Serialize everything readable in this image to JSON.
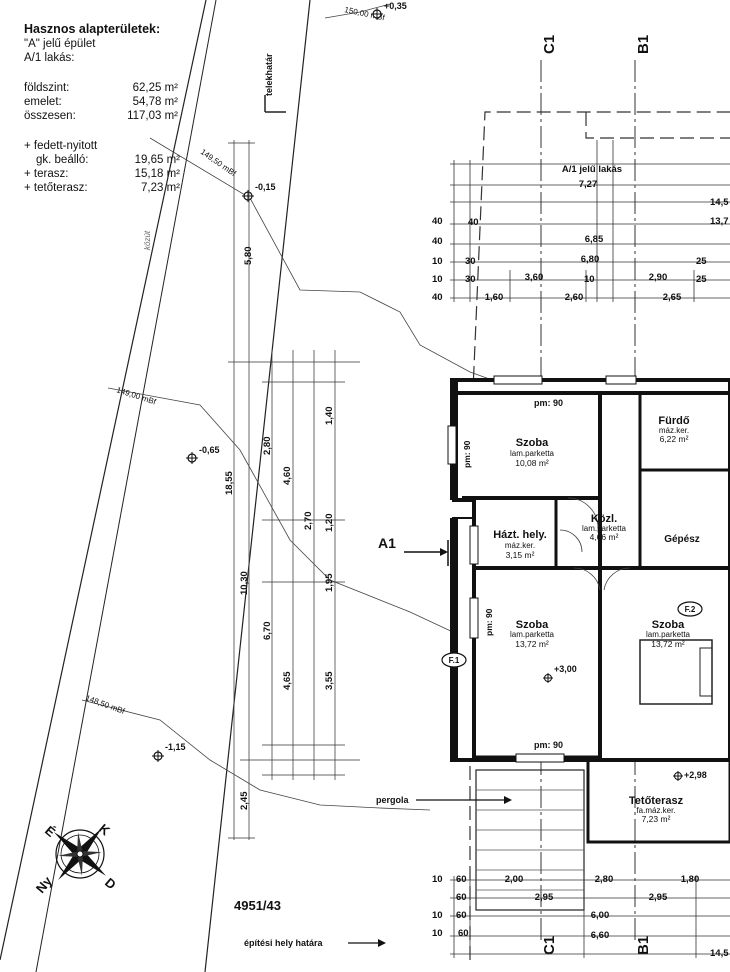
{
  "summary": {
    "title": "Hasznos alapterületek:",
    "building": "\"A\" jelű épület",
    "unit": "A/1 lakás:",
    "rows": [
      {
        "label": "földszint:",
        "value": "62,25 m²"
      },
      {
        "label": "emelet:",
        "value": "54,78 m²"
      },
      {
        "label": "összesen:",
        "value": "117,03 m²"
      }
    ],
    "extra_title": "+ fedett-nyitott",
    "extra_rows": [
      {
        "label": "gk. beálló:",
        "value": "19,65 m²"
      },
      {
        "label": "+ terasz:",
        "value": "15,18 m²"
      },
      {
        "label": "+ tetőterasz:",
        "value": "7,23 m²"
      }
    ]
  },
  "site": {
    "contours": [
      "150,00 mBf",
      "149,50 mBf",
      "149,00 mBf",
      "148,50 mBf"
    ],
    "elevations": [
      "+0,35",
      "-0,15",
      "-0,65",
      "-1,15"
    ],
    "road_label": "közút",
    "lot_boundary": "telekhatár",
    "building_limit": "építési hely határa",
    "parcel": "4951/43",
    "pergola": "pergola",
    "section_marker": "A1"
  },
  "axes": [
    "C1",
    "B1"
  ],
  "compass": {
    "n": "É",
    "e": "K",
    "s": "D",
    "w": "Ny"
  },
  "unit_title": "A/1 jelű lakás",
  "unit_width": "7,27",
  "dims_top": [
    "6,85",
    "6,80",
    "3,60",
    "2,90",
    "1,60",
    "2,60",
    "2,65",
    "14,5",
    "13,7"
  ],
  "dims_left": [
    "5,80",
    "18,55",
    "10,30",
    "2,45",
    "4,60",
    "2,80",
    "6,70",
    "4,65",
    "3,55",
    "1,40",
    "1,20",
    "1,95",
    "2,70"
  ],
  "dims_bottom": [
    "2,00",
    "2,80",
    "1,80",
    "2,95",
    "6,00",
    "6,60",
    "14,5"
  ],
  "rooms": [
    {
      "name": "Szoba",
      "finish": "lam.parketta",
      "area": "10,08 m²"
    },
    {
      "name": "Fürdő",
      "finish": "máz.ker.",
      "area": "6,22 m²"
    },
    {
      "name": "Közl.",
      "finish": "lam.parketta",
      "area": "4,66 m²"
    },
    {
      "name": "Házt. hely.",
      "finish": "máz.ker.",
      "area": "3,15 m²"
    },
    {
      "name": "Szoba",
      "finish": "lam.parketta",
      "area": "13,72 m²"
    },
    {
      "name": "Szoba",
      "finish": "lam.parketta",
      "area": "13,72 m²"
    },
    {
      "name": "Tetőterasz",
      "finish": "fa.máz.ker.",
      "area": "7,23 m²"
    },
    {
      "name": "Gépész",
      "finish": "",
      "area": ""
    }
  ],
  "interior_levels": [
    "+3,00",
    "+2,98"
  ],
  "openings": [
    "pm: 90",
    "pm: 90",
    "pm: 90",
    "pm: 90"
  ],
  "tags": [
    "F.1",
    "F.2"
  ]
}
